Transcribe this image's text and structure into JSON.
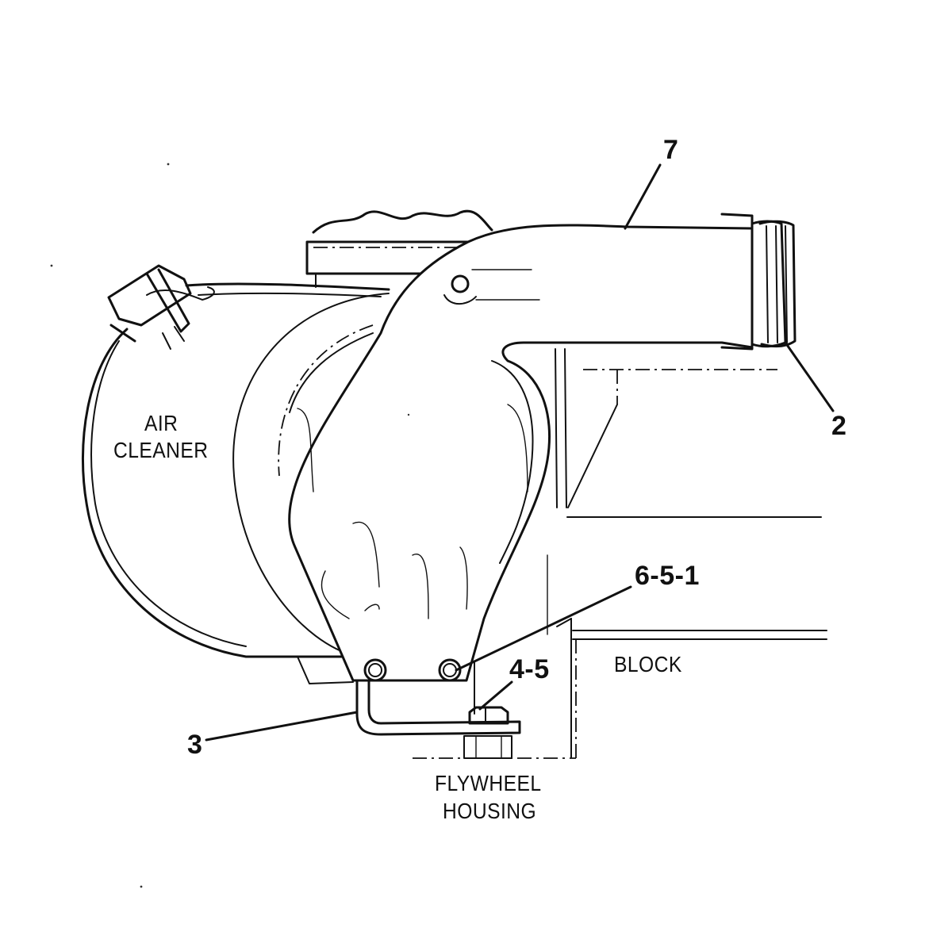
{
  "diagram": {
    "labels": {
      "air_cleaner_line1": "AIR",
      "air_cleaner_line2": "CLEANER",
      "block": "BLOCK",
      "flywheel_line1": "FLYWHEEL",
      "flywheel_line2": "HOUSING"
    },
    "callouts": {
      "c7": "7",
      "c2": "2",
      "c651": "6-5-1",
      "c45": "4-5",
      "c3": "3"
    }
  }
}
